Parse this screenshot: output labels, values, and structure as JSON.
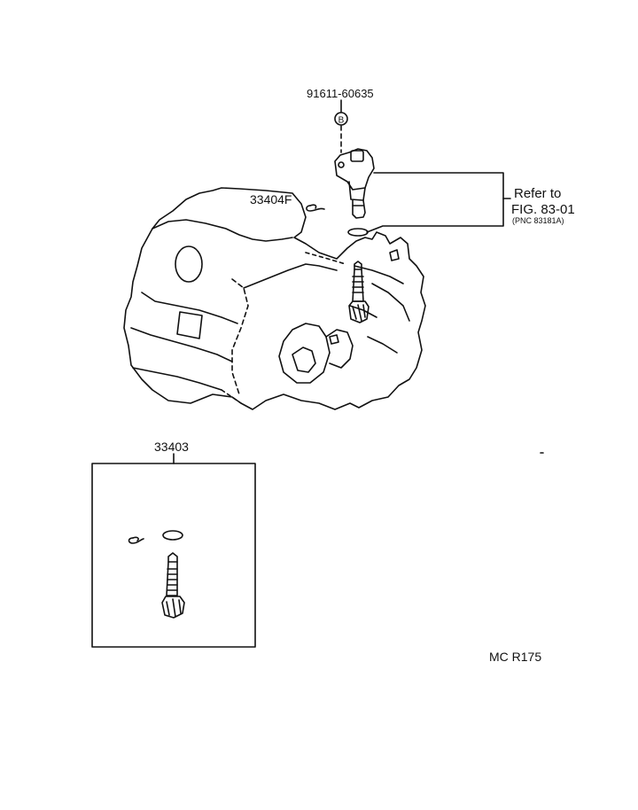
{
  "labels": {
    "bolt_part_number": "91611-60635",
    "bolt_marker": "B",
    "clip_part_number": "33404F",
    "kit_part_number": "33403",
    "reference_line1": "Refer to",
    "reference_line2": "FIG. 83-01",
    "reference_line3": "(PNC 83181A)",
    "illustration_code": "MC R175"
  }
}
